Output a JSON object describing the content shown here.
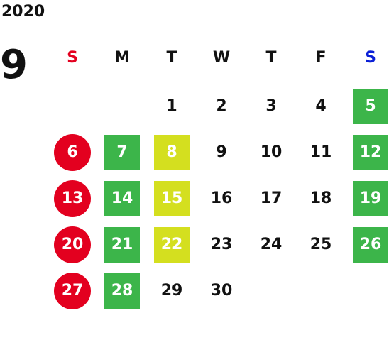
{
  "calendar": {
    "year": "2020",
    "month": "9",
    "colors": {
      "sunday": "#e3001f",
      "saturday": "#0a1fd6",
      "text": "#111111",
      "green": "#3cb54a",
      "yellow": "#d4df1f",
      "on_color": "#ffffff"
    },
    "weekdays": [
      {
        "label": "S",
        "kind": "sun"
      },
      {
        "label": "M",
        "kind": "plain"
      },
      {
        "label": "T",
        "kind": "plain"
      },
      {
        "label": "W",
        "kind": "plain"
      },
      {
        "label": "T",
        "kind": "plain"
      },
      {
        "label": "F",
        "kind": "plain"
      },
      {
        "label": "S",
        "kind": "sat"
      }
    ],
    "days": [
      {
        "day": "1",
        "week": 0,
        "weekday": 2,
        "kind": "plain"
      },
      {
        "day": "2",
        "week": 0,
        "weekday": 3,
        "kind": "plain"
      },
      {
        "day": "3",
        "week": 0,
        "weekday": 4,
        "kind": "plain"
      },
      {
        "day": "4",
        "week": 0,
        "weekday": 5,
        "kind": "plain"
      },
      {
        "day": "5",
        "week": 0,
        "weekday": 6,
        "kind": "green"
      },
      {
        "day": "6",
        "week": 1,
        "weekday": 0,
        "kind": "sun"
      },
      {
        "day": "7",
        "week": 1,
        "weekday": 1,
        "kind": "green"
      },
      {
        "day": "8",
        "week": 1,
        "weekday": 2,
        "kind": "yellow"
      },
      {
        "day": "9",
        "week": 1,
        "weekday": 3,
        "kind": "plain"
      },
      {
        "day": "10",
        "week": 1,
        "weekday": 4,
        "kind": "plain"
      },
      {
        "day": "11",
        "week": 1,
        "weekday": 5,
        "kind": "plain"
      },
      {
        "day": "12",
        "week": 1,
        "weekday": 6,
        "kind": "green"
      },
      {
        "day": "13",
        "week": 2,
        "weekday": 0,
        "kind": "sun"
      },
      {
        "day": "14",
        "week": 2,
        "weekday": 1,
        "kind": "green"
      },
      {
        "day": "15",
        "week": 2,
        "weekday": 2,
        "kind": "yellow"
      },
      {
        "day": "16",
        "week": 2,
        "weekday": 3,
        "kind": "plain"
      },
      {
        "day": "17",
        "week": 2,
        "weekday": 4,
        "kind": "plain"
      },
      {
        "day": "18",
        "week": 2,
        "weekday": 5,
        "kind": "plain"
      },
      {
        "day": "19",
        "week": 2,
        "weekday": 6,
        "kind": "green"
      },
      {
        "day": "20",
        "week": 3,
        "weekday": 0,
        "kind": "sun"
      },
      {
        "day": "21",
        "week": 3,
        "weekday": 1,
        "kind": "green"
      },
      {
        "day": "22",
        "week": 3,
        "weekday": 2,
        "kind": "yellow"
      },
      {
        "day": "23",
        "week": 3,
        "weekday": 3,
        "kind": "plain"
      },
      {
        "day": "24",
        "week": 3,
        "weekday": 4,
        "kind": "plain"
      },
      {
        "day": "25",
        "week": 3,
        "weekday": 5,
        "kind": "plain"
      },
      {
        "day": "26",
        "week": 3,
        "weekday": 6,
        "kind": "green"
      },
      {
        "day": "27",
        "week": 4,
        "weekday": 0,
        "kind": "sun"
      },
      {
        "day": "28",
        "week": 4,
        "weekday": 1,
        "kind": "green"
      },
      {
        "day": "29",
        "week": 4,
        "weekday": 2,
        "kind": "plain"
      },
      {
        "day": "30",
        "week": 4,
        "weekday": 3,
        "kind": "plain"
      }
    ]
  }
}
